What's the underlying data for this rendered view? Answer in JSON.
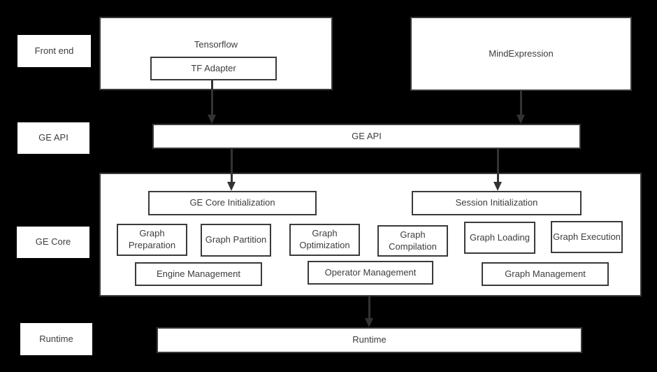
{
  "layers": {
    "front_end_label": "Front end",
    "ge_api_label": "GE API",
    "ge_core_label": "GE Core",
    "runtime_label": "Runtime"
  },
  "front_end": {
    "tensorflow_title": "Tensorflow",
    "tf_adapter_label": "TF Adapter",
    "mind_expression_label": "MindExpression"
  },
  "ge_api": {
    "bar_label": "GE API"
  },
  "ge_core": {
    "ge_core_initialization": "GE Core Initialization",
    "session_initialization": "Session Initialization",
    "pipeline": [
      "Graph Preparation",
      "Graph Partition",
      "Graph Optimization",
      "Graph Compilation",
      "Graph Loading",
      "Graph Execution"
    ],
    "management": [
      "Engine Management",
      "Operator Management",
      "Graph Management"
    ]
  },
  "runtime": {
    "bar_label": "Runtime"
  },
  "colors": {
    "background": "#000000",
    "box_fill": "#ffffff",
    "box_border": "#3a3a3a",
    "text": "#3d3d3d",
    "arrow": "#333333"
  }
}
